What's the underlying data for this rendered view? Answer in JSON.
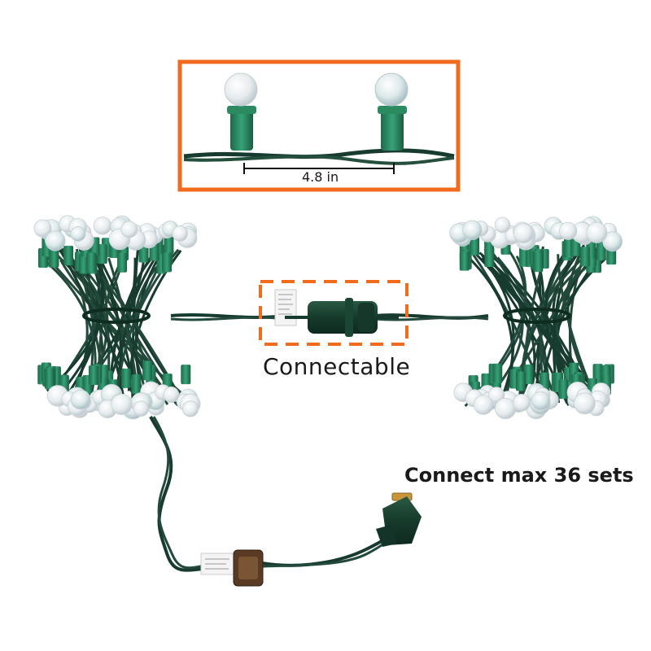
{
  "labels": {
    "spacing": "4.8 in",
    "connectable": "Connectable",
    "max_sets": "Connect max 36 sets"
  },
  "colors": {
    "frame_orange": "#f26b1d",
    "wire_green": "#173b2e",
    "socket_green": "#2e8a62",
    "bulb_white": "#eef2f4"
  }
}
